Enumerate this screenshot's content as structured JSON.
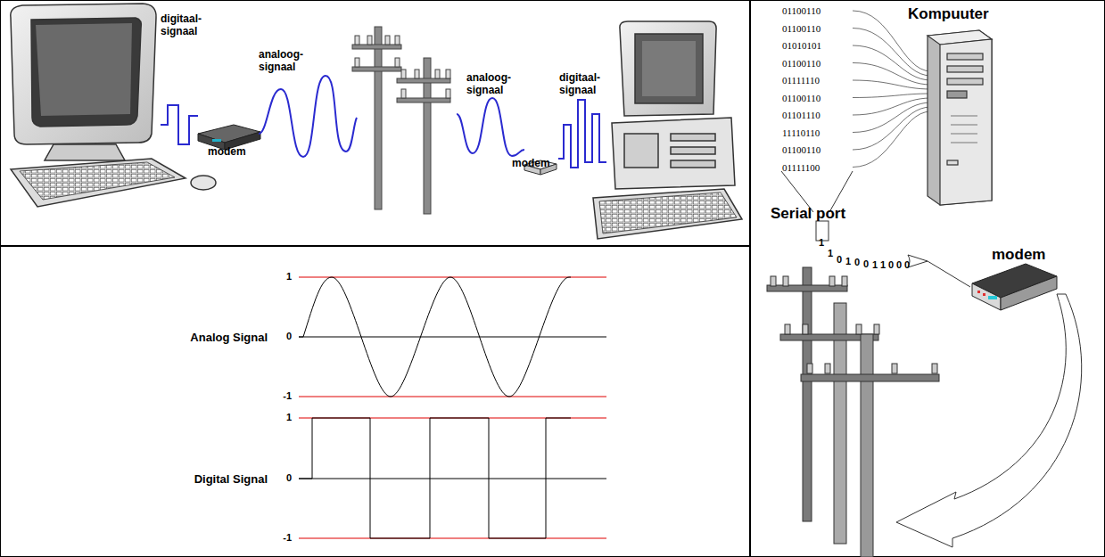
{
  "diagram": {
    "labels": [
      "digitaal-signaal",
      "modem",
      "analoog-signaal",
      "analoog-signaal",
      "modem",
      "digitaal-signaal",
      "1",
      "0",
      "-1",
      "Analog Signal",
      "1",
      "0",
      "-1",
      "Digital Signal",
      "01100110",
      "01100110",
      "01010101",
      "01100110",
      "01111110",
      "01100110",
      "01101110",
      "11110110",
      "01100110",
      "01111100",
      "Kompuuter",
      "Serial port",
      "1",
      "1",
      "0",
      "1",
      "0",
      "0",
      "1",
      "1",
      "0",
      "0",
      "0",
      "modem"
    ]
  }
}
